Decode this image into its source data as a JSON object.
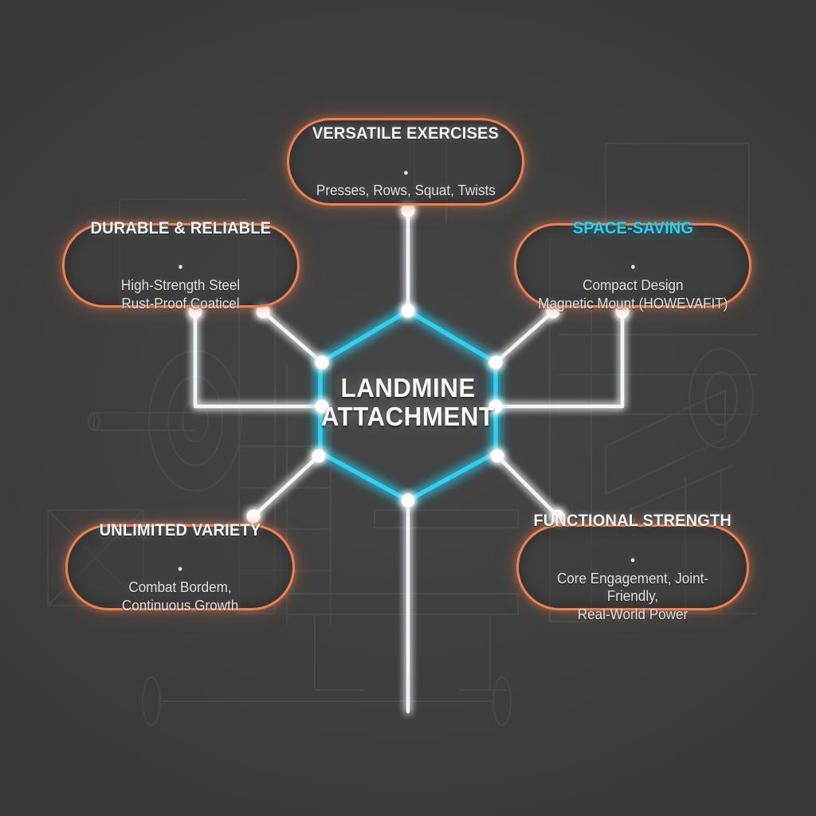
{
  "canvas": {
    "background_color": "#3b3b3b",
    "accent_orange": "#ef8050",
    "accent_cyan": "#2fd0f2",
    "connector_color": "#ffffff"
  },
  "center": {
    "shape": "hexagon",
    "title_line_1": "LANDMINE",
    "title_line_2": "ATTACHMENT"
  },
  "nodes": [
    {
      "id": "versatile-exercises",
      "position": "top",
      "title": "VERSATILE EXERCISES",
      "title_color": "#f4f4f4",
      "bullet": "•",
      "body": "Presses, Rows, Squat, Twists",
      "border_color": "#ef8050"
    },
    {
      "id": "durable-reliable",
      "position": "left",
      "title": "DURABLE & RELIABLE",
      "title_color": "#f4f4f4",
      "bullet": "•",
      "body": "High-Strength Steel\nRust-Proof Coaticel",
      "border_color": "#ef8050"
    },
    {
      "id": "space-saving",
      "position": "right",
      "title": "SPACE-SAVING",
      "title_color": "#2fd0f2",
      "bullet": "•",
      "body": "Compact Design\nMagnetic Mount (HOWEVAFIT)",
      "border_color": "#ef8050"
    },
    {
      "id": "unlimited-variety",
      "position": "bottom-left",
      "title": "UNLIMITED VARIETY",
      "title_color": "#f4f4f4",
      "bullet": "•",
      "body": "Combat Bordem,\nContinuous Growth",
      "border_color": "#ef8050"
    },
    {
      "id": "functional-strength",
      "position": "bottom-right",
      "title": "FUNCTIONAL STRENGTH",
      "title_color": "#f4f4f4",
      "bullet": "•",
      "body": "Core Engagement, Joint-Friendly,\nReal-World Power",
      "border_color": "#ef8050"
    }
  ],
  "background": {
    "watermark": "gym-equipment-blueprint-sketch"
  }
}
